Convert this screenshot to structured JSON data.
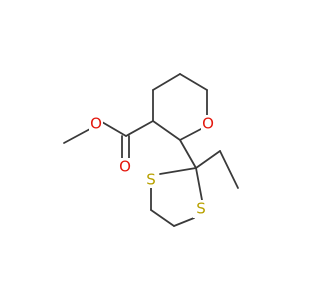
{
  "molecule": {
    "atoms": {
      "ester_ether_oxygen": "O",
      "ester_carbonyl_oxygen": "O",
      "ring_oxygen": "O",
      "dithiolane_sulfur_left": "S",
      "dithiolane_sulfur_right": "S"
    },
    "colors": {
      "bond": "#3a3a3a",
      "oxygen": "#e3170d",
      "sulfur": "#b8a100",
      "background": "#ffffff"
    }
  }
}
